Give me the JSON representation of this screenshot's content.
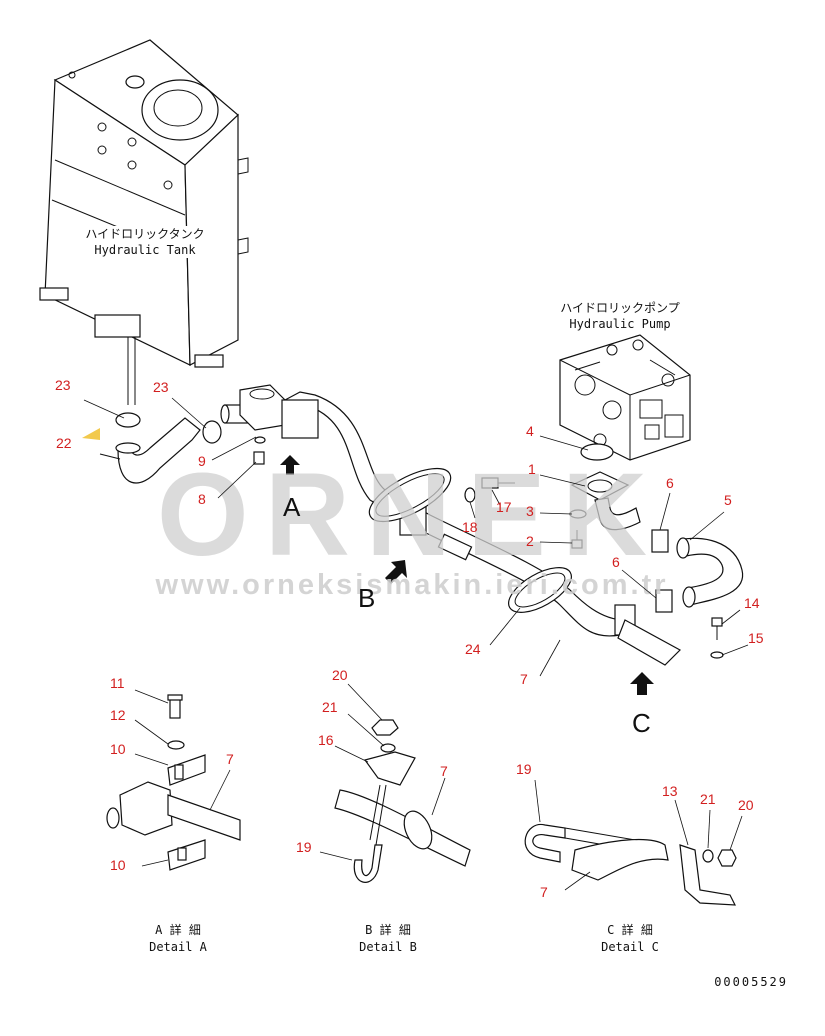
{
  "components": {
    "tank_label_jp": "ハイドロリックタンク",
    "tank_label_en": "Hydraulic Tank",
    "pump_label_jp": "ハイドロリックポンプ",
    "pump_label_en": "Hydraulic Pump"
  },
  "watermark": {
    "brand": "ORNEK",
    "url": "www.orneksismakin.ieri.com.tr"
  },
  "views": {
    "a": "A",
    "b": "B",
    "c": "C"
  },
  "callouts": {
    "c1": "1",
    "c2": "2",
    "c3": "3",
    "c4": "4",
    "c5": "5",
    "c6a": "6",
    "c6b": "6",
    "c7": "7",
    "c8": "8",
    "c9": "9",
    "c14": "14",
    "c15": "15",
    "c17": "17",
    "c18": "18",
    "c22": "22",
    "c23a": "23",
    "c23b": "23",
    "c24": "24",
    "dA11": "11",
    "dA12": "12",
    "dA10a": "10",
    "dA7": "7",
    "dA10b": "10",
    "dB20": "20",
    "dB21": "21",
    "dB16": "16",
    "dB7": "7",
    "dB19": "19",
    "dC19": "19",
    "dC13": "13",
    "dC21": "21",
    "dC20": "20",
    "dC7": "7"
  },
  "details": {
    "a_jp": "A 詳 細",
    "a_en": "Detail A",
    "b_jp": "B 詳 細",
    "b_en": "Detail B",
    "c_jp": "C 詳 細",
    "c_en": "Detail C"
  },
  "drawing_number": "00005529",
  "colors": {
    "callout": "#d21f1f",
    "line": "#111111",
    "watermark": "#cfcfcf",
    "marker": "#f2c94c"
  }
}
